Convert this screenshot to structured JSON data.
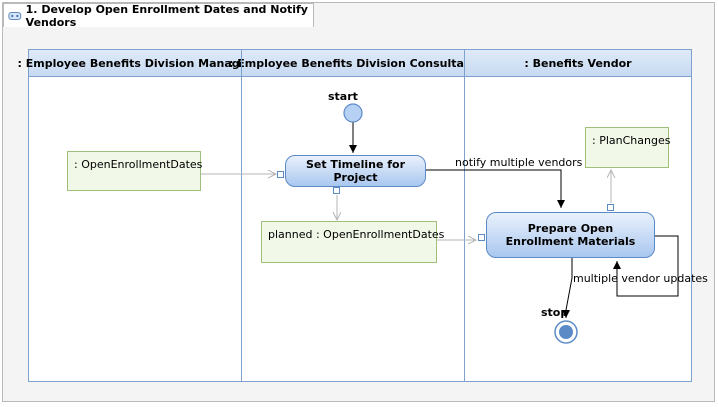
{
  "diagram": {
    "tab_title": "1. Develop Open Enrollment Dates and Notify Vendors",
    "tab_icon": "activity-diagram-icon",
    "lanes": [
      {
        "label": ": Employee Benefits Division Manager"
      },
      {
        "label": ": Employee Benefits Division Consultant"
      },
      {
        "label": ": Benefits Vendor"
      }
    ],
    "nodes": {
      "open_enrollment_dates": ": OpenEnrollmentDates",
      "planned_dates": "planned : OpenEnrollmentDates",
      "plan_changes": ": PlanChanges",
      "set_timeline": "Set Timeline for Project",
      "prepare_materials": "Prepare Open Enrollment Materials",
      "start": "start",
      "stop": "stop"
    },
    "edges": {
      "notify": "notify multiple vendors",
      "updates": "multiple vendor updates"
    },
    "colors": {
      "lane_border": "#7da2ce",
      "object_fill": "#f1f8e8",
      "action_fill": "#a9c7ef",
      "flow": "#000000",
      "object_flow": "#b5b5b5"
    }
  }
}
